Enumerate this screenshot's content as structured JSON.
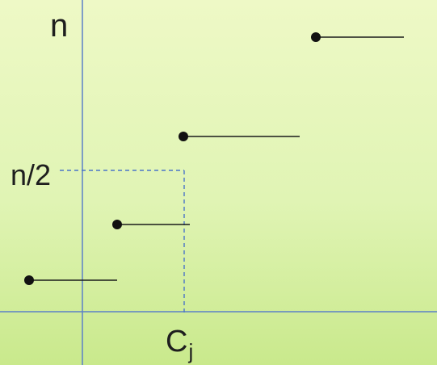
{
  "labels": {
    "y_top": "n",
    "y_half": "n/2",
    "x_mark": "C",
    "x_mark_subscript": "j"
  },
  "colors": {
    "axis": "#5b80c8",
    "dashed_guide": "#4a74c8",
    "step_line": "#1a1a1a",
    "point": "#111111",
    "background_top": "#eef9c6",
    "background_bottom": "#c9e98c"
  },
  "step_function": {
    "steps": 4,
    "closed_left_endpoints": true
  }
}
